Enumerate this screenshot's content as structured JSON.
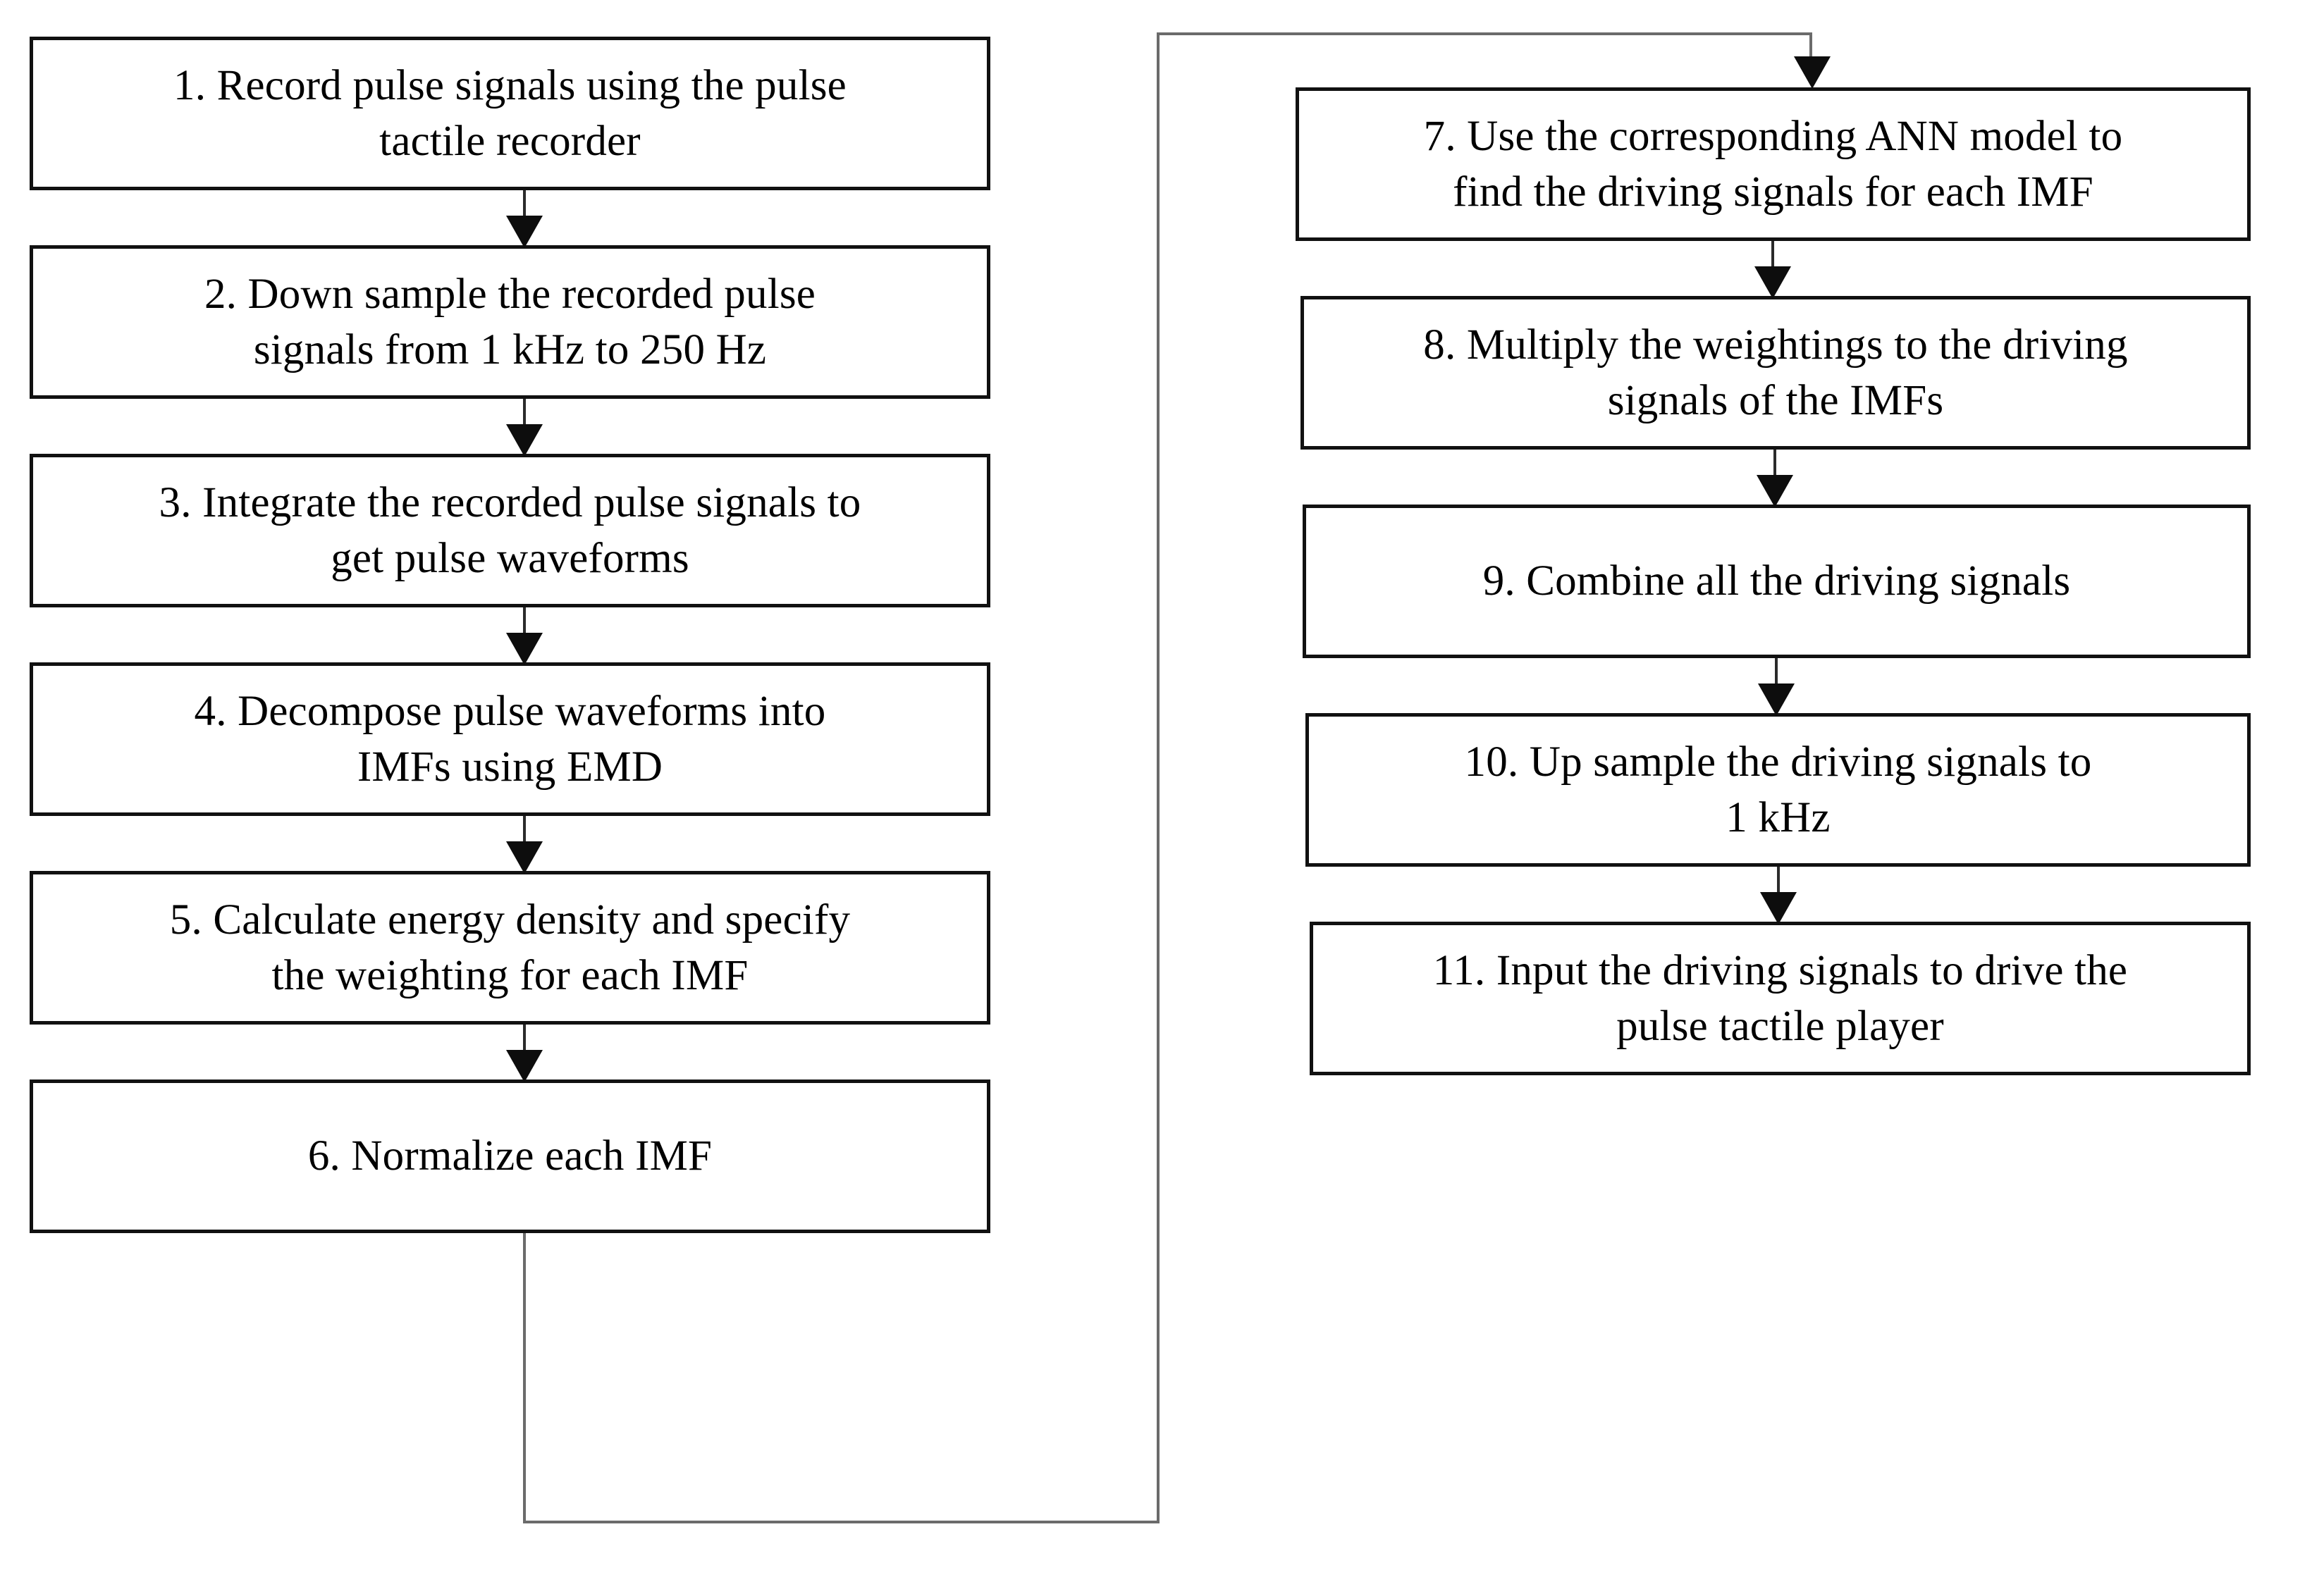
{
  "diagram": {
    "title": "Pulse tactile recording and playback processing flowchart",
    "orientation": "two-column-vertical",
    "border_color": "#111111",
    "connector_color": "#2b2b2b",
    "loop_color": "#6b6b6b",
    "background": "#ffffff"
  },
  "nodes": [
    {
      "id": "step1",
      "number": "1",
      "text": "1. Record pulse signals using the pulse\ntactile recorder"
    },
    {
      "id": "step2",
      "number": "2",
      "text": "2. Down sample the recorded pulse\nsignals from 1 kHz to 250 Hz"
    },
    {
      "id": "step3",
      "number": "3",
      "text": "3. Integrate the recorded pulse signals to\nget pulse waveforms"
    },
    {
      "id": "step4",
      "number": "4",
      "text": "4. Decompose pulse waveforms into\nIMFs using EMD"
    },
    {
      "id": "step5",
      "number": "5",
      "text": "5. Calculate energy density and specify\nthe weighting for each IMF"
    },
    {
      "id": "step6",
      "number": "6",
      "text": "6. Normalize each IMF"
    },
    {
      "id": "step7",
      "number": "7",
      "text": "7. Use the corresponding ANN model to\nfind the driving signals for each IMF"
    },
    {
      "id": "step8",
      "number": "8",
      "text": "8. Multiply the weightings to the driving\nsignals of the IMFs"
    },
    {
      "id": "step9",
      "number": "9",
      "text": "9. Combine all the driving signals"
    },
    {
      "id": "step10",
      "number": "10",
      "text": "10. Up sample the driving signals to\n1 kHz"
    },
    {
      "id": "step11",
      "number": "11",
      "text": "11. Input the driving signals to drive the\npulse tactile player"
    }
  ],
  "edges": [
    {
      "from": "step1",
      "to": "step2",
      "type": "arrow-down"
    },
    {
      "from": "step2",
      "to": "step3",
      "type": "arrow-down"
    },
    {
      "from": "step3",
      "to": "step4",
      "type": "arrow-down"
    },
    {
      "from": "step4",
      "to": "step5",
      "type": "arrow-down"
    },
    {
      "from": "step5",
      "to": "step6",
      "type": "arrow-down"
    },
    {
      "from": "step6",
      "to": "step7",
      "type": "wrap-around-right-then-up-then-right-then-down"
    },
    {
      "from": "step7",
      "to": "step8",
      "type": "arrow-down"
    },
    {
      "from": "step8",
      "to": "step9",
      "type": "arrow-down"
    },
    {
      "from": "step9",
      "to": "step10",
      "type": "arrow-down"
    },
    {
      "from": "step10",
      "to": "step11",
      "type": "arrow-down"
    }
  ]
}
